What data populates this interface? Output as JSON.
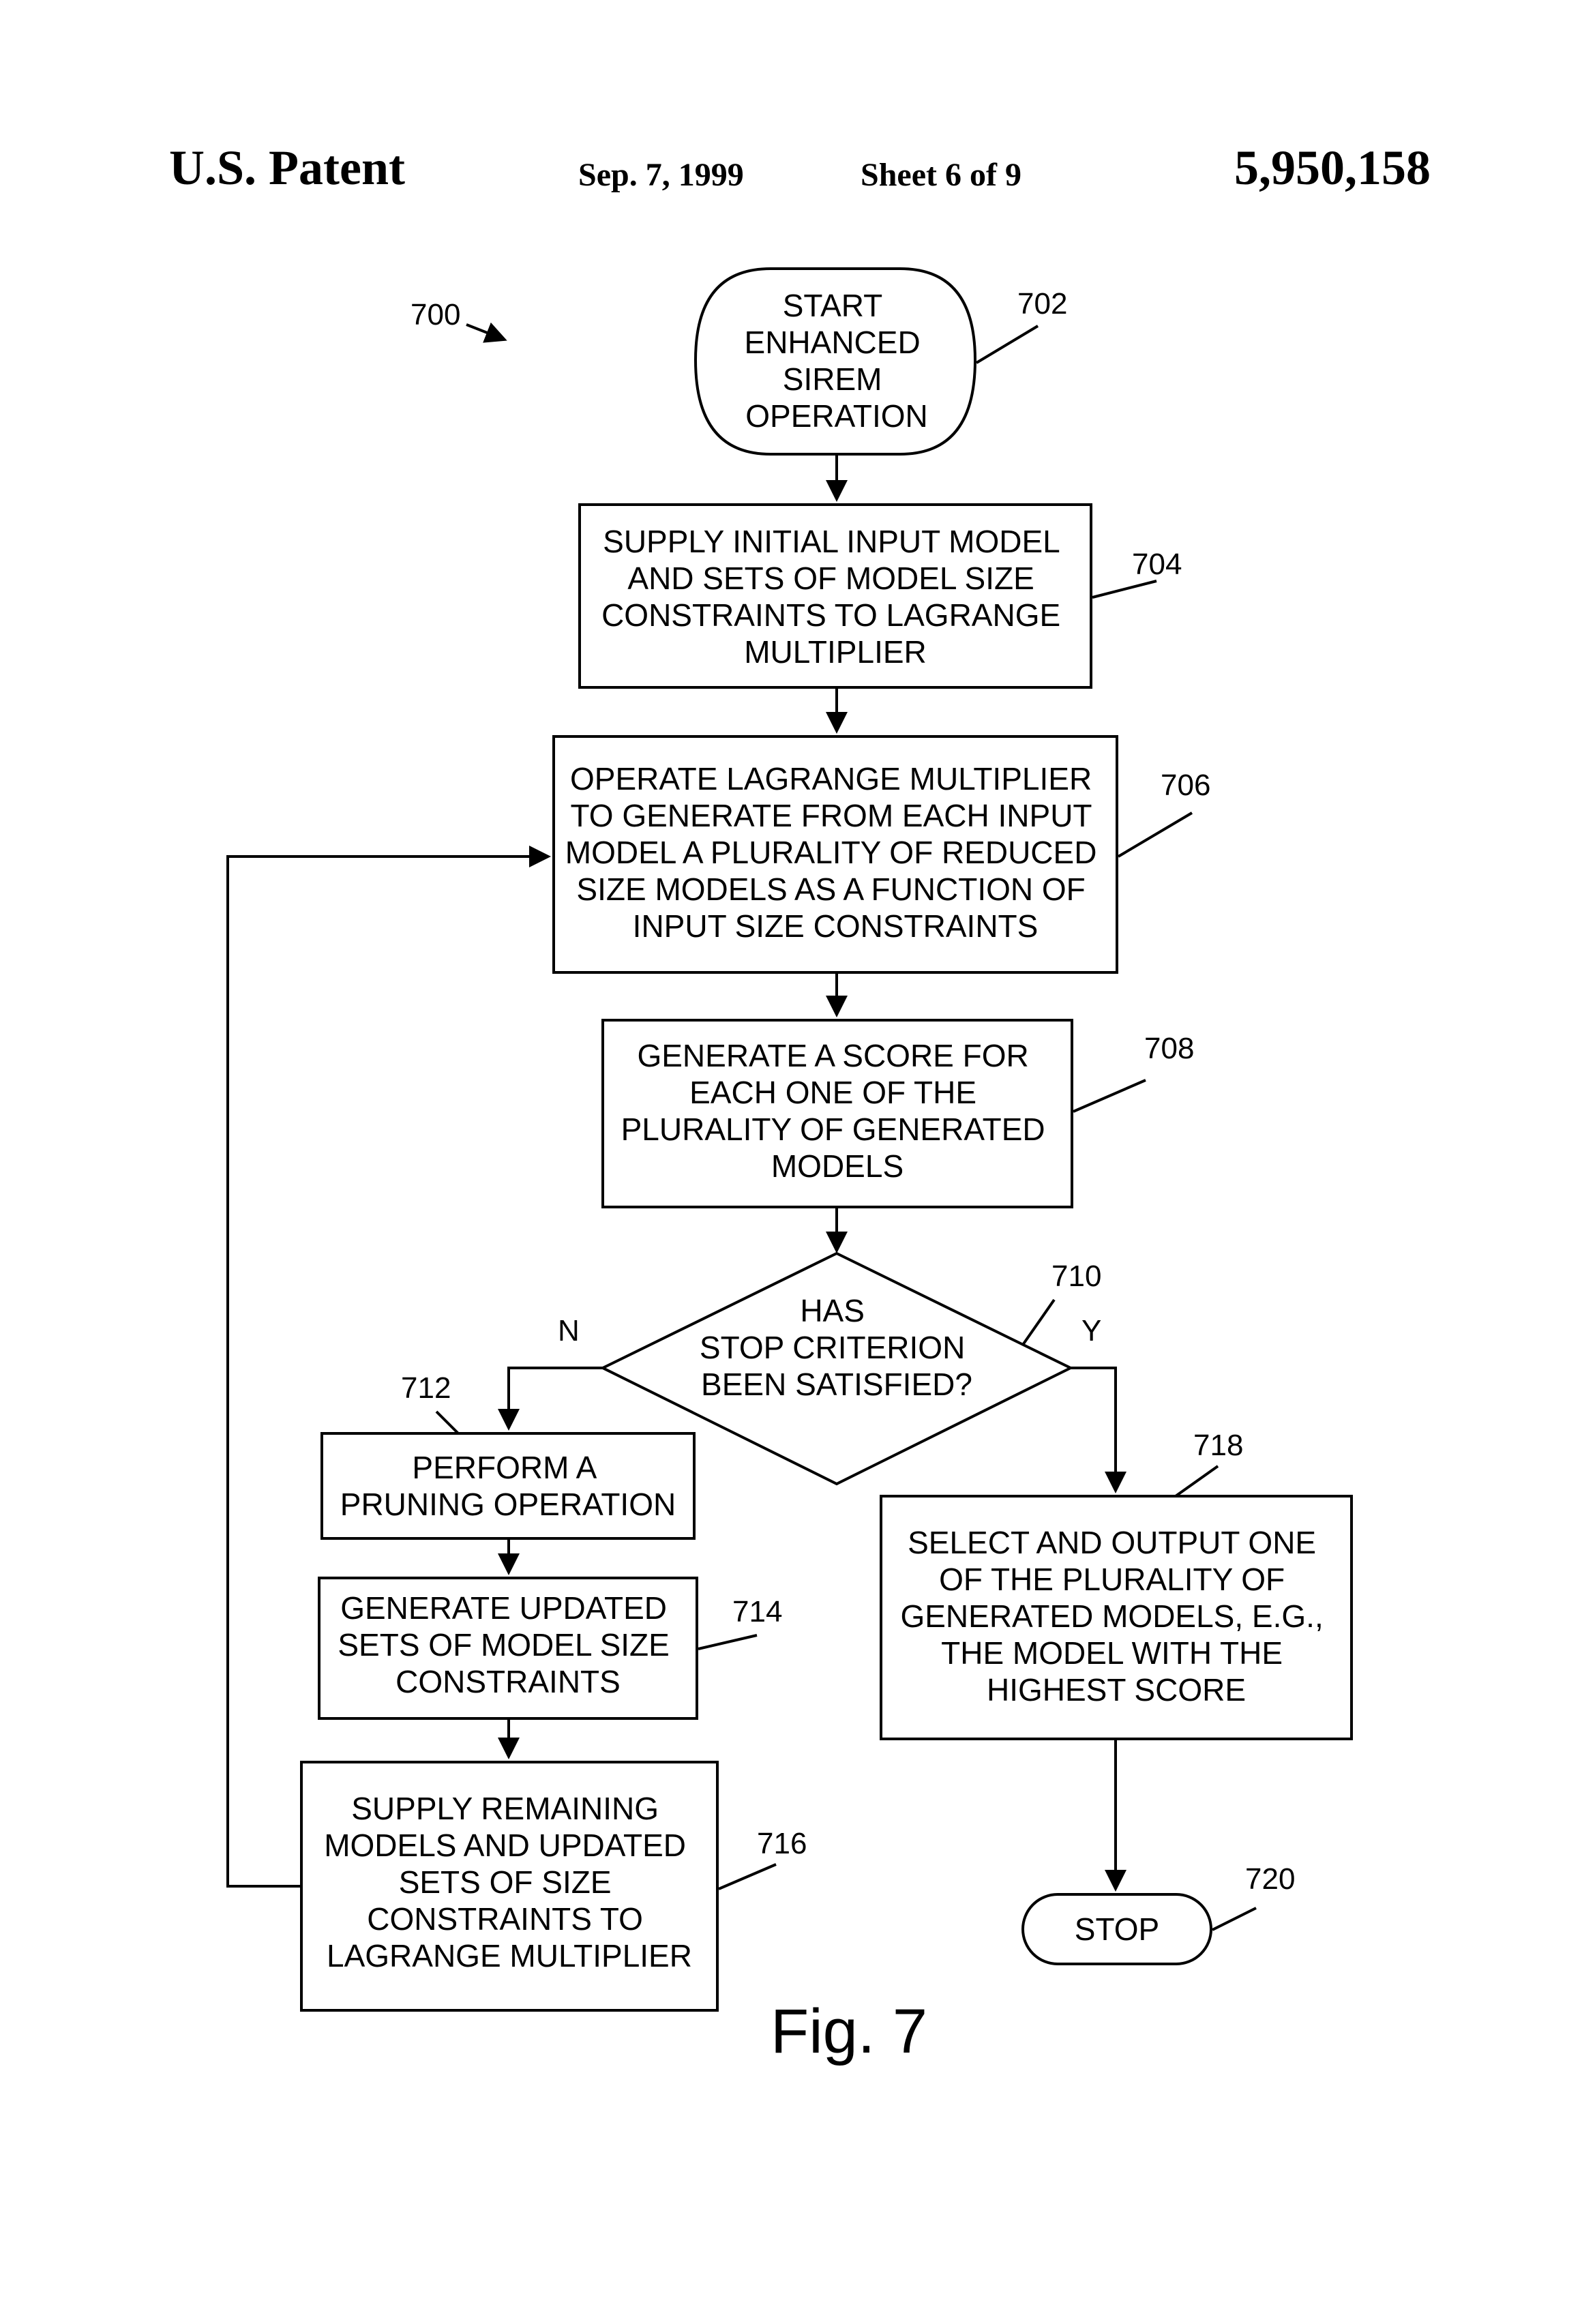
{
  "header": {
    "left": "U.S. Patent",
    "date": "Sep. 7, 1999",
    "sheet": "Sheet 6 of 9",
    "number": "5,950,158"
  },
  "figure_label": "Fig. 7",
  "ref_main": "700",
  "nodes": {
    "start": {
      "ref": "702",
      "lines": [
        "START",
        "ENHANCED",
        "SIREM",
        "OPERATION"
      ]
    },
    "supply_initial": {
      "ref": "704",
      "lines": [
        "SUPPLY INITIAL INPUT MODEL",
        "AND SETS OF MODEL SIZE",
        "CONSTRAINTS TO LAGRANGE",
        "MULTIPLIER"
      ]
    },
    "operate": {
      "ref": "706",
      "lines": [
        "OPERATE LAGRANGE MULTIPLIER",
        "TO GENERATE FROM EACH INPUT",
        "MODEL A PLURALITY OF REDUCED",
        "SIZE MODELS AS A FUNCTION OF",
        "INPUT SIZE CONSTRAINTS"
      ]
    },
    "score": {
      "ref": "708",
      "lines": [
        "GENERATE A SCORE FOR",
        "EACH ONE OF THE",
        "PLURALITY OF GENERATED",
        "MODELS"
      ]
    },
    "decision": {
      "ref": "710",
      "lines": [
        "HAS",
        "STOP CRITERION",
        "BEEN SATISFIED?"
      ],
      "no_label": "N",
      "yes_label": "Y"
    },
    "prune": {
      "ref": "712",
      "lines": [
        "PERFORM A",
        "PRUNING OPERATION"
      ]
    },
    "update": {
      "ref": "714",
      "lines": [
        "GENERATE UPDATED",
        "SETS OF MODEL SIZE",
        "CONSTRAINTS"
      ]
    },
    "supply_remaining": {
      "ref": "716",
      "lines": [
        "SUPPLY REMAINING",
        "MODELS AND UPDATED",
        "SETS OF SIZE",
        "CONSTRAINTS TO",
        "LAGRANGE MULTIPLIER"
      ]
    },
    "select": {
      "ref": "718",
      "lines": [
        "SELECT AND OUTPUT ONE",
        "OF THE PLURALITY OF",
        "GENERATED MODELS, E.G.,",
        "THE MODEL WITH THE",
        "HIGHEST SCORE"
      ]
    },
    "stop": {
      "ref": "720",
      "lines": [
        "STOP"
      ]
    }
  }
}
